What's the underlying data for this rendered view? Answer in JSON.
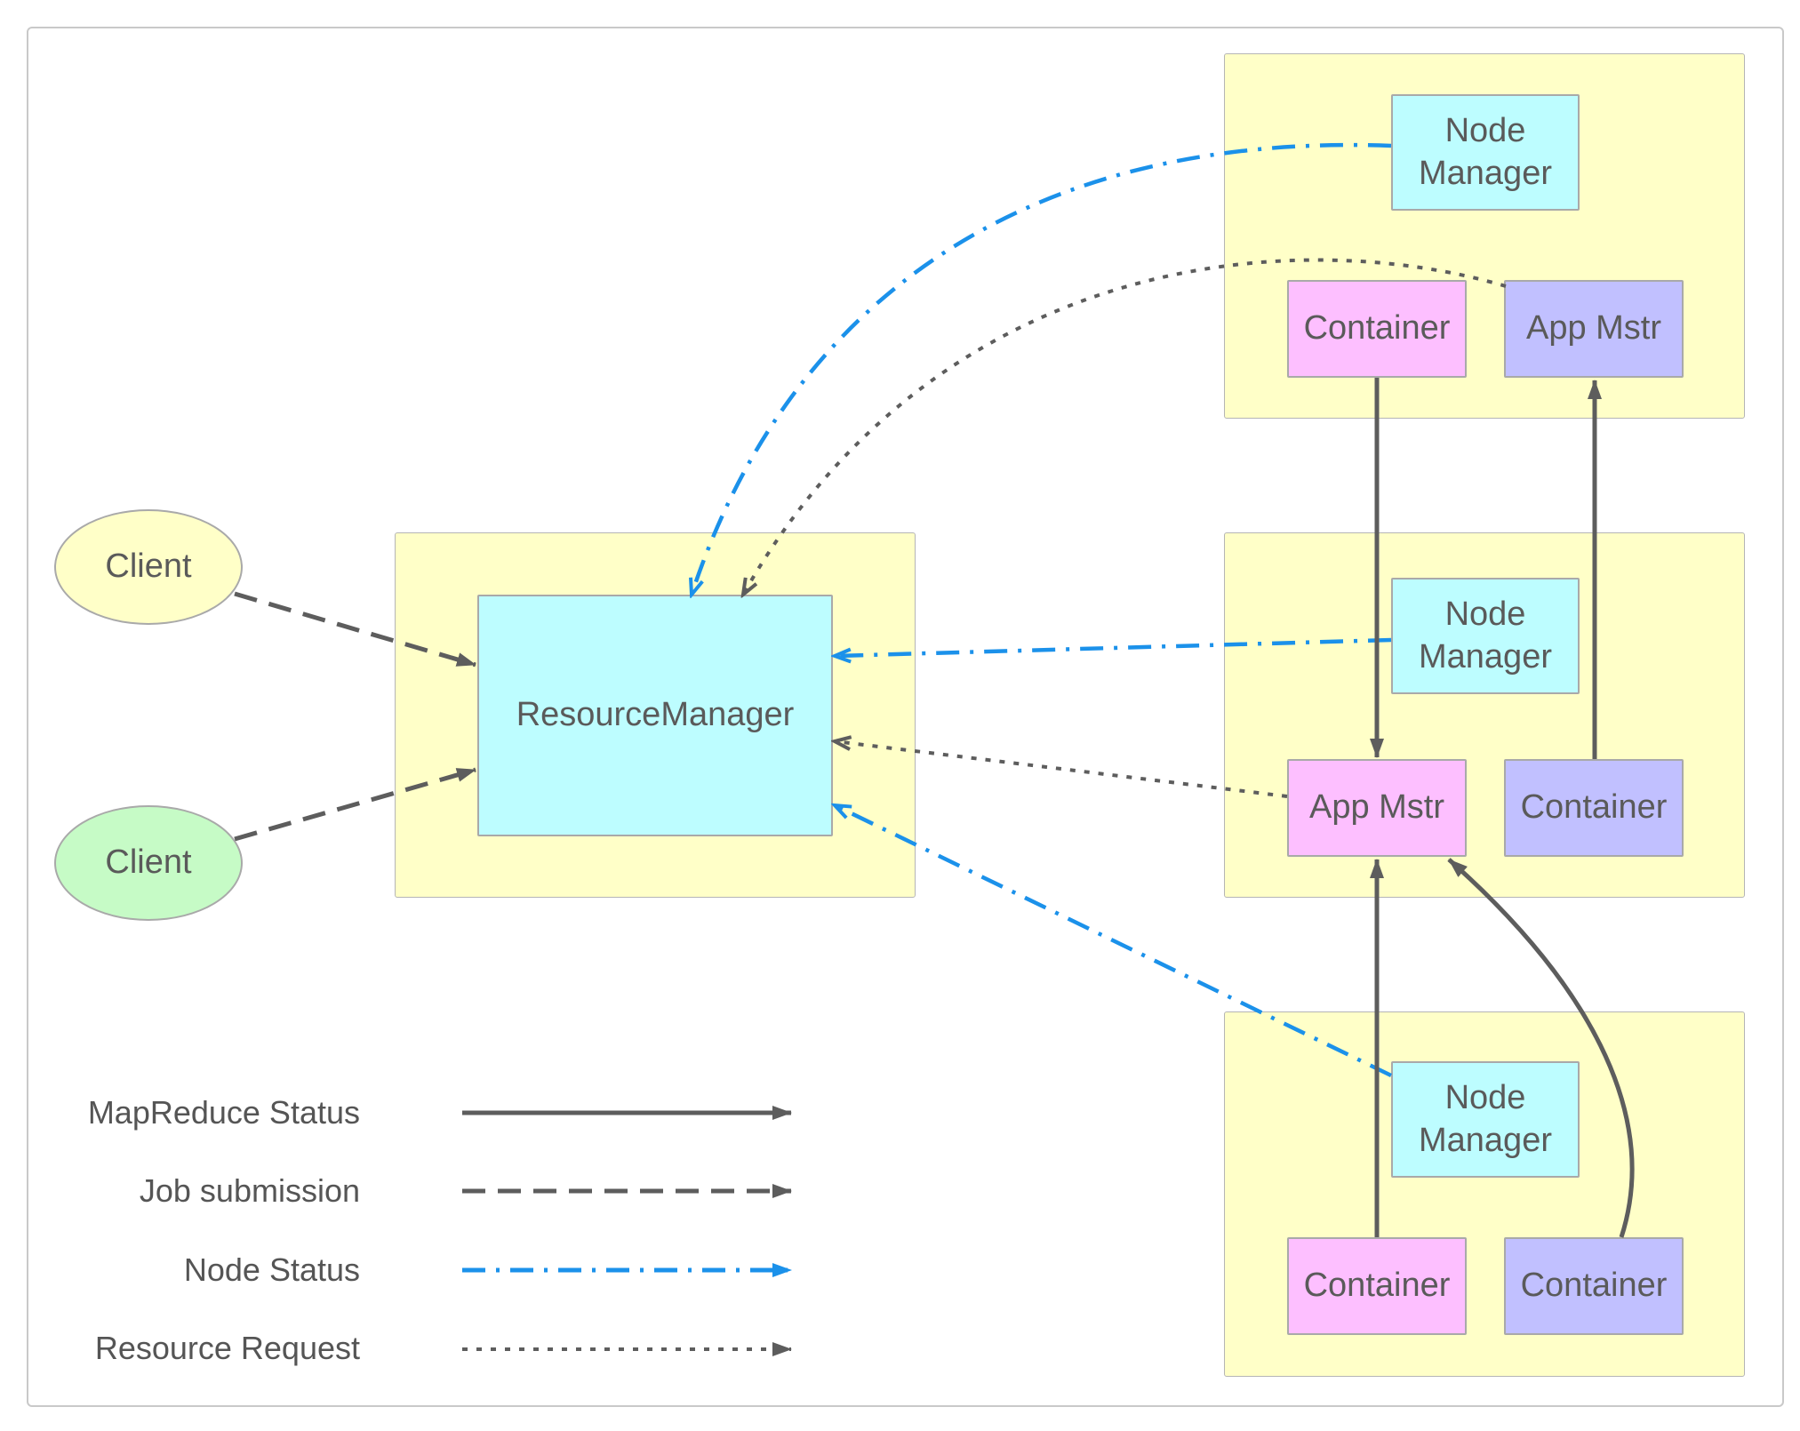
{
  "nodes": {
    "client_1": "Client",
    "client_2": "Client",
    "resource_manager": "ResourceManager",
    "host_1": {
      "node_manager": "Node\nManager",
      "container": "Container",
      "app_master": "App Mstr"
    },
    "host_2": {
      "node_manager": "Node\nManager",
      "app_master": "App Mstr",
      "container": "Container"
    },
    "host_3": {
      "node_manager": "Node\nManager",
      "container_1": "Container",
      "container_2": "Container"
    }
  },
  "legend": {
    "mapreduce_status": "MapReduce Status",
    "job_submission": "Job submission",
    "node_status": "Node Status",
    "resource_request": "Resource Request"
  },
  "colors": {
    "host_bg": "#ffffc8",
    "node_manager_bg": "#bdfdff",
    "resource_manager_bg": "#bdfdff",
    "pink_bg": "#fdbfff",
    "lavender_bg": "#c1c0ff",
    "client_yellow": "#ffffc8",
    "client_green": "#c6fbc6",
    "gray_line": "#5d5d5d",
    "blue_line": "#1b91ea"
  }
}
